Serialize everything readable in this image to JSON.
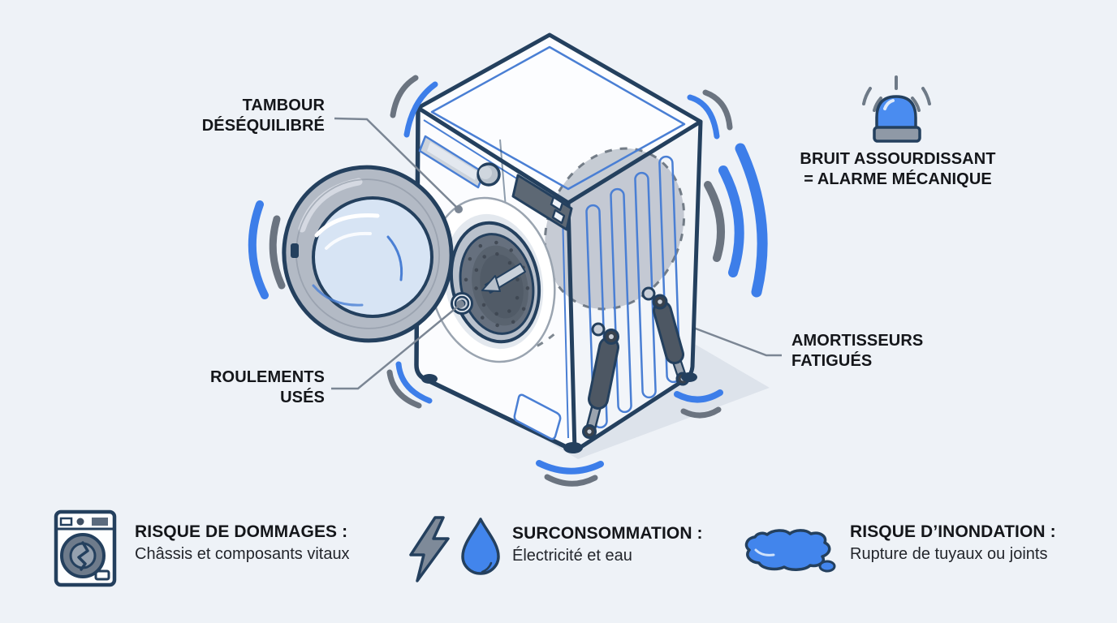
{
  "background": "#eef2f7",
  "palette": {
    "outline_navy": "#24405e",
    "accent_blue": "#3d7ee9",
    "icon_blue": "#4285ec",
    "wave_gray": "#6b7480",
    "leader_gray": "#7b8694",
    "text_dark": "#14161a"
  },
  "callouts": {
    "tambour": {
      "line1": "TAMBOUR",
      "line2": "DÉSÉQUILIBRÉ"
    },
    "roulements": {
      "line1": "ROULEMENTS",
      "line2": "USÉS"
    },
    "bruit": {
      "line1": "BRUIT ASSOURDISSANT",
      "line2": "= ALARME MÉCANIQUE"
    },
    "amortisseurs": {
      "line1": "AMORTISSEURS",
      "line2": "FATIGUÉS"
    }
  },
  "legend": {
    "items": [
      {
        "icon": "cracked-washer-icon",
        "title": "RISQUE DE DOMMAGES :",
        "subtitle": "Châssis et composants vitaux"
      },
      {
        "icon": "lightning-water-icon",
        "title": "SURCONSOMMATION :",
        "subtitle": "Électricité et eau"
      },
      {
        "icon": "water-puddle-icon",
        "title": "RISQUE D’INONDATION :",
        "subtitle": "Rupture de tuyaux ou joints"
      }
    ]
  }
}
